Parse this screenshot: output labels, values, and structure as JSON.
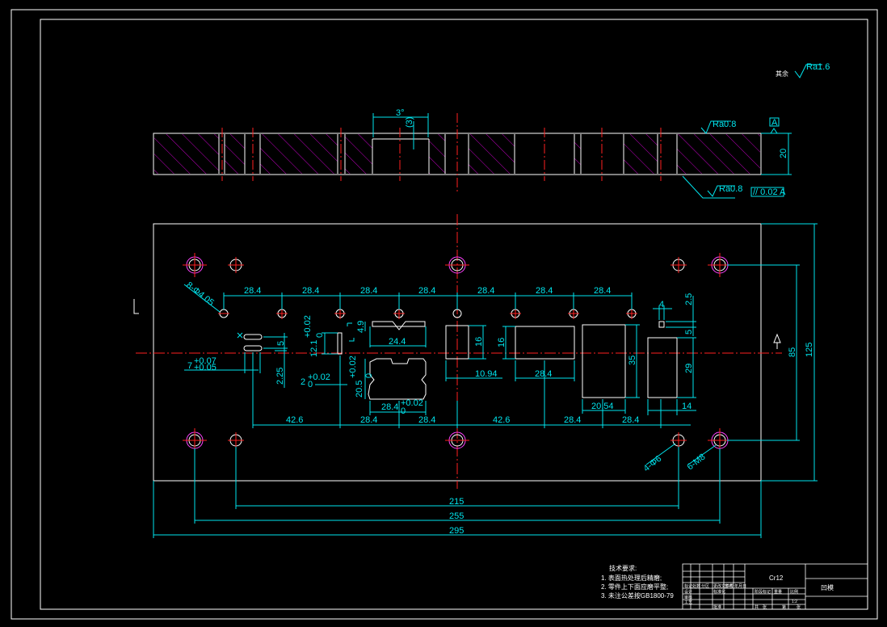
{
  "drawing": {
    "colors": {
      "background": "#000000",
      "outline": "#ffffff",
      "dimension": "#00e5ee",
      "centerline": "#ff2020",
      "hatch": "#c000c0",
      "hole_ring": "#ff40ff"
    },
    "roughness_note": {
      "label": "其余",
      "value": "Ra1.6"
    },
    "section_view": {
      "thickness": "20",
      "angle": "3°",
      "depth": "(3)",
      "roughness_top": "Ra0.8",
      "roughness_bottom": "Ra0.8",
      "datum": "A",
      "tolerance": "// 0.02 A"
    },
    "plan_view": {
      "pitch": [
        "28.4",
        "28.4",
        "28.4",
        "28.4",
        "28.4",
        "28.4",
        "28.4"
      ],
      "hole_callout_pilot": "8-Φ4.05",
      "hole_callout_dowel": "4-Φ6",
      "hole_callout_screw": "6-M8",
      "dims": {
        "d5a": "5",
        "d7": "7",
        "d7_tol_up": "+0.07",
        "d7_tol_dn": "+0.05",
        "d2_25": "2.25",
        "d12_1": "12.1",
        "d12_1_tol_up": "+0.02",
        "d12_1_tol_dn": "0",
        "d2": "2",
        "d2_tol_up": "+0.02",
        "d2_tol_dn": "0",
        "d4_9": "4.9",
        "d24_4": "24.4",
        "d20_5": "20.5",
        "d20_5_tol_up": "+0.02",
        "d20_5_tol_dn": "0",
        "d28_4_tol": "28.4",
        "d28_4_tol_up": "+0.02",
        "d28_4_tol_dn": "0",
        "d16a": "16",
        "d16b": "16",
        "d10_94": "10.94",
        "d28_4_mid": "28.4",
        "d35": "35",
        "d20_54": "20.54",
        "d29": "29",
        "d14": "14",
        "d4": "4",
        "d2_5": "2.5",
        "d5b": "5",
        "d85": "85",
        "d125": "125"
      },
      "bottom_row": [
        "42.6",
        "28.4",
        "28.4",
        "42.6",
        "28.4",
        "28.4"
      ],
      "overall": [
        "215",
        "255",
        "295"
      ]
    },
    "tech_requirements": {
      "title": "技术要求:",
      "items": [
        "1. 表面热处理后精磨;",
        "2. 零件上下面应磨平整;",
        "3. 未注公差按GB1800-79"
      ]
    },
    "title_block": {
      "material": "Cr12",
      "name": "凹模",
      "small_labels": [
        "标记",
        "处数",
        "分区",
        "更改文件号",
        "签名",
        "年月日",
        "设计",
        "标准化",
        "审核",
        "工艺",
        "批准",
        "阶段标记",
        "重量",
        "比例",
        "共",
        "张",
        "第",
        "张"
      ],
      "scale": "1:2"
    }
  }
}
